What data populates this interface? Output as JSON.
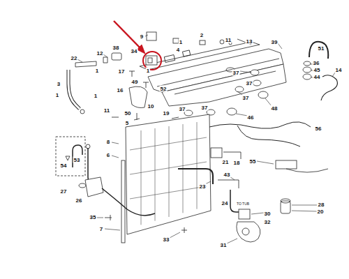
{
  "diagram": {
    "labels": [
      "9",
      "1",
      "2",
      "11",
      "13",
      "4",
      "39",
      "51",
      "38",
      "34",
      "12",
      "22",
      "1",
      "17",
      "1",
      "49",
      "3",
      "1",
      "1",
      "16",
      "52",
      "36",
      "45",
      "44",
      "37",
      "37",
      "37",
      "14",
      "10",
      "37",
      "37",
      "48",
      "46",
      "11",
      "50",
      "19",
      "5",
      "56",
      "8",
      "6",
      "53",
      "54",
      "21",
      "18",
      "55",
      "43",
      "23",
      "27",
      "26",
      "24",
      "TO TUB",
      "30",
      "28",
      "20",
      "35",
      "32",
      "7",
      "33",
      "31"
    ]
  }
}
